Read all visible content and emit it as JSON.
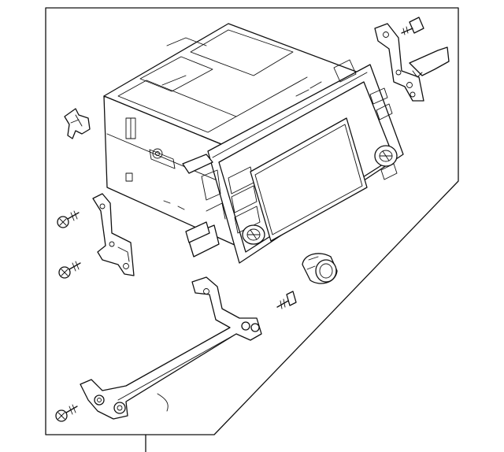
{
  "diagram": {
    "kind": "exploded parts illustration",
    "colors": {
      "line": "#111111",
      "background": "#ffffff"
    },
    "parts": [
      {
        "name": "audio-display-unit"
      },
      {
        "name": "display-screen"
      },
      {
        "name": "volume-knob"
      },
      {
        "name": "tuning-knob"
      },
      {
        "name": "left-side-bracket"
      },
      {
        "name": "right-side-bracket"
      },
      {
        "name": "lower-support-bracket"
      },
      {
        "name": "wire-clip"
      },
      {
        "name": "screw-upper-right"
      },
      {
        "name": "screw-left-upper"
      },
      {
        "name": "screw-left-lower"
      },
      {
        "name": "screw-center"
      },
      {
        "name": "screw-bottom-left"
      }
    ]
  }
}
